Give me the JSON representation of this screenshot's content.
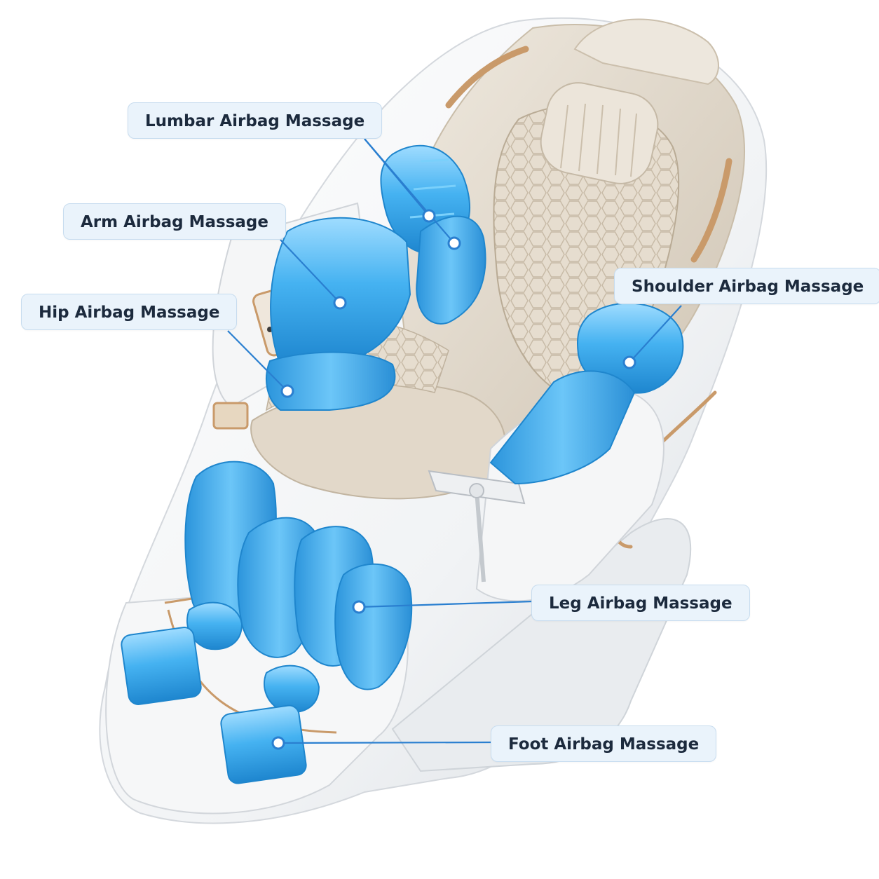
{
  "labels": {
    "lumbar": "Lumbar Airbag Massage",
    "arm": "Arm Airbag Massage",
    "hip": "Hip Airbag Massage",
    "shoulder": "Shoulder Airbag Massage",
    "leg": "Leg Airbag Massage",
    "foot": "Foot Airbag Massage"
  },
  "colors": {
    "airbag": "#3aa6ea",
    "shell": "#f4f5f6",
    "upholstery": "#ddd4c5",
    "accent_gold": "#c99a6a",
    "leader_line": "#2a7fd0",
    "label_bg": "#eaf3fb"
  }
}
